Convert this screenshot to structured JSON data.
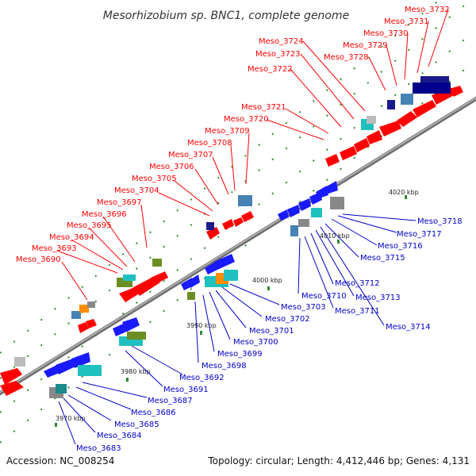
{
  "title": "Mesorhizobium sp. BNC1, complete genome",
  "footer": {
    "accession": "Accession: NC_008254",
    "summary": "Topology: circular; Length: 4,412,446 bp; Genes: 4,131"
  },
  "axis_ticks": [
    "3970 kbp",
    "3980 kbp",
    "3990 kbp",
    "4000 kbp",
    "4010 kbp",
    "4020 kbp"
  ],
  "colors": {
    "forward_label": "#ff0000",
    "reverse_label": "#0000cc",
    "forward_gene": "#ff0000",
    "reverse_gene": "#1a1aff",
    "backbone": "#888888",
    "tick": "#2e8b2e"
  },
  "upper_labels": [
    "Meso_3690",
    "Meso_3693",
    "Meso_3694",
    "Meso_3695",
    "Meso_3696",
    "Meso_3697",
    "Meso_3704",
    "Meso_3705",
    "Meso_3706",
    "Meso_3707",
    "Meso_3708",
    "Meso_3709",
    "Meso_3720",
    "Meso_3721",
    "Meso_3722",
    "Meso_3723",
    "Meso_3724",
    "Meso_3728",
    "Meso_3729",
    "Meso_3730",
    "Meso_3731",
    "Meso_3732"
  ],
  "lower_labels": [
    "Meso_3683",
    "Meso_3684",
    "Meso_3685",
    "Meso_3686",
    "Meso_3687",
    "Meso_3691",
    "Meso_3692",
    "Meso_3698",
    "Meso_3699",
    "Meso_3700",
    "Meso_3701",
    "Meso_3702",
    "Meso_3703",
    "Meso_3710",
    "Meso_3711",
    "Meso_3712",
    "Meso_3713",
    "Meso_3714",
    "Meso_3715",
    "Meso_3716",
    "Meso_3717",
    "Meso_3718"
  ]
}
